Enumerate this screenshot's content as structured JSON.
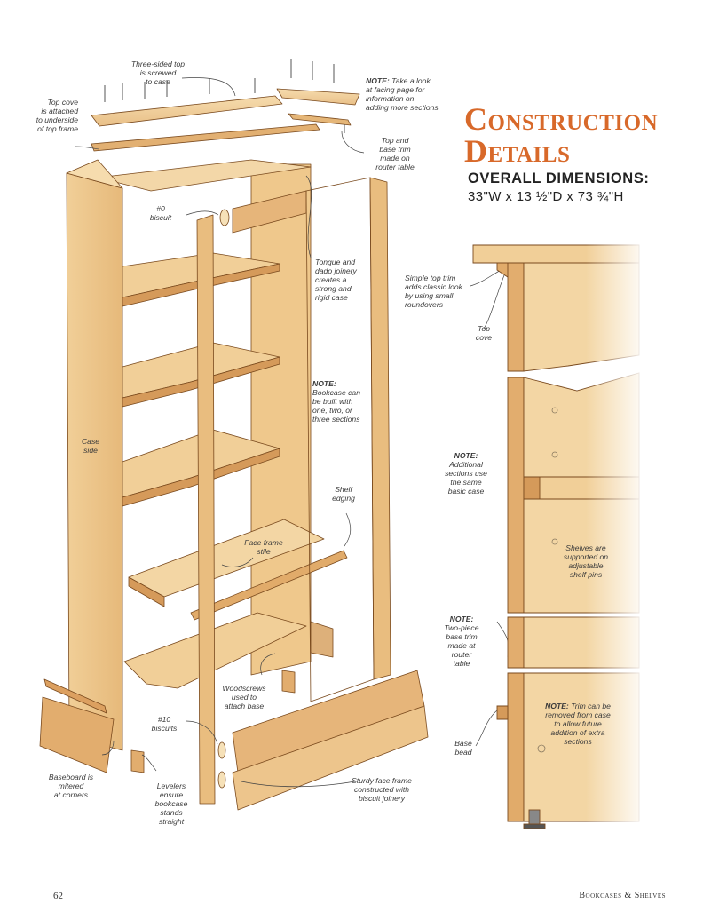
{
  "page": {
    "title_line1": "Construction",
    "title_line2": "Details",
    "subheading": "OVERALL DIMENSIONS:",
    "dimensions": "33\"W x 13 ½\"D x 73 ¾\"H",
    "page_number": "62",
    "footer": "Bookcases & Shelves"
  },
  "callouts": {
    "three_sided_top": "Three-sided top\nis screwed\nto case",
    "note_facing_bold": "NOTE:",
    "note_facing": " Take a look\nat facing page for\ninformation on\nadding more sections",
    "top_cove_left": "Top cove\nis attached\nto underside\nof top frame",
    "top_base_trim": "Top and\nbase trim\nmade on\nrouter table",
    "biscuit_0": "#0\nbiscuit",
    "tongue_dado": "Tongue and\ndado joinery\ncreates a\nstrong and\nrigid case",
    "note_sections_bold": "NOTE:",
    "note_sections": "\nBookcase can\nbe built with\none, two, or\nthree sections",
    "case_side": "Case\nside",
    "shelf_edging": "Shelf\nedging",
    "face_frame_stile": "Face frame\nstile",
    "woodscrews": "Woodscrews\nused to\nattach base",
    "biscuits_10": "#10\nbiscuits",
    "baseboard": "Baseboard is\nmitered\nat corners",
    "levelers": "Levelers\nensure\nbookcase\nstands\nstraight",
    "sturdy_face_frame": "Sturdy face frame\nconstructed with\nbiscuit joinery",
    "simple_top_trim": "Simple top trim\nadds classic look\nby using small\nroundovers",
    "top_cove_right": "Top\ncove",
    "note_additional_bold": "NOTE:",
    "note_additional": "\nAdditional\nsections use\nthe same\nbasic case",
    "shelves_pins": "Shelves are\nsupported on\nadjustable\nshelf pins",
    "note_two_piece_bold": "NOTE:",
    "note_two_piece": "\nTwo-piece\nbase trim\nmade at\nrouter\ntable",
    "note_trim_bold": "NOTE:",
    "note_trim": " Trim can be\nremoved from case\nto allow future\naddition of extra\nsections",
    "base_bead": "Base\nbead"
  },
  "colors": {
    "title": "#d8692a",
    "wood_light": "#f3d6a4",
    "wood_mid": "#e8bd7e",
    "wood_dark": "#c98f52",
    "outline": "#7a4a1e"
  }
}
